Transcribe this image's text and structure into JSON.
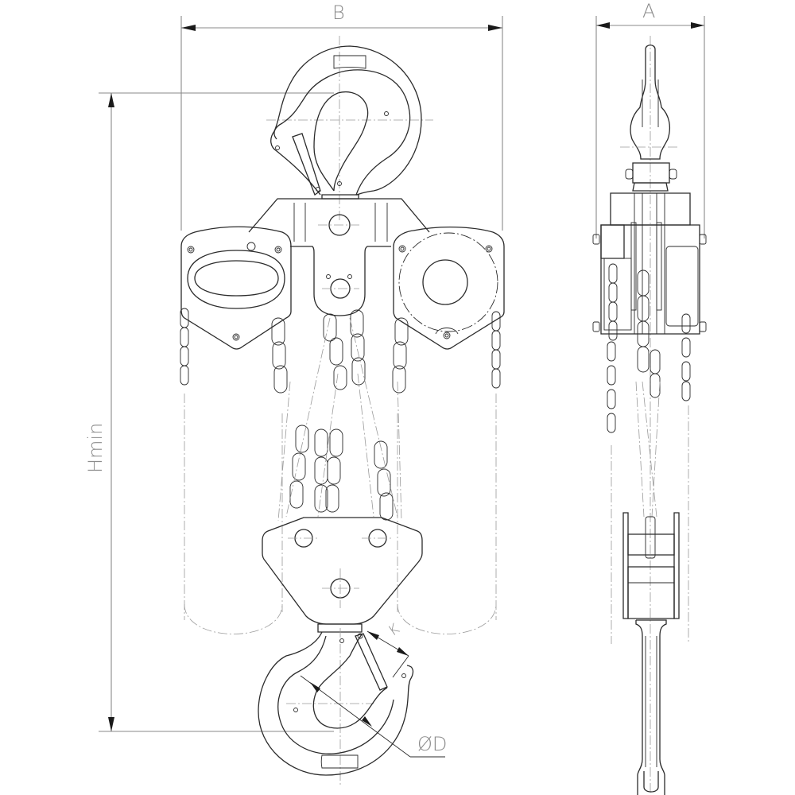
{
  "drawing": {
    "subject": "Manual chain hoist – front and side elevation",
    "views": [
      {
        "name": "front-view"
      },
      {
        "name": "side-view"
      }
    ]
  },
  "dimensions": {
    "width_B": "B",
    "depth_A": "A",
    "height_min": "Hmin",
    "hook_opening_K": "K",
    "hook_diameter_D": "ØD"
  },
  "colors": {
    "outline": "#2b2b2b",
    "dimension_line": "#8a8a8a",
    "label": "#8c8c8c",
    "background": "#ffffff"
  }
}
